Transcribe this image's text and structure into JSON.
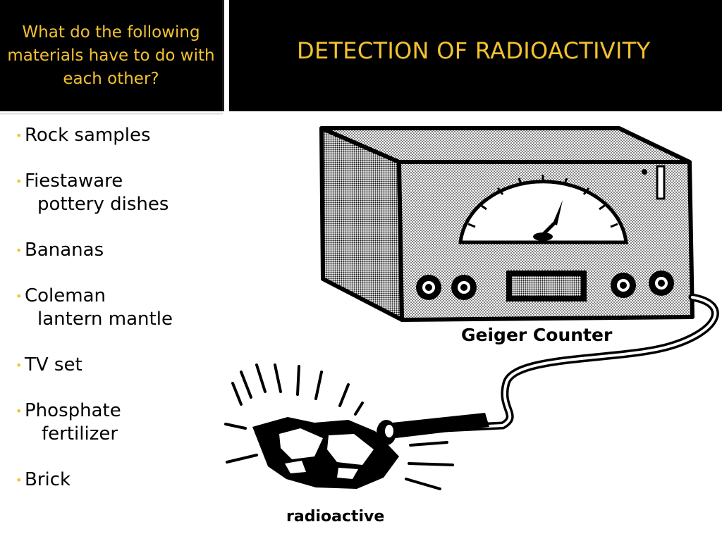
{
  "header": {
    "question": "What do the following materials have to do with each other?",
    "title": "DETECTION OF RADIOACTIVITY"
  },
  "list": [
    {
      "line1": "Rock samples",
      "line2": ""
    },
    {
      "line1": "Fiestaware",
      "line2": "pottery dishes"
    },
    {
      "line1": "Bananas",
      "line2": ""
    },
    {
      "line1": "Coleman",
      "line2": "lantern mantle"
    },
    {
      "line1": "TV set",
      "line2": ""
    },
    {
      "line1": "Phosphate",
      "line2": "fertilizer"
    },
    {
      "line1": "Brick",
      "line2": ""
    }
  ],
  "illustration": {
    "device_label": "Geiger Counter",
    "sample_label": "radioactive"
  },
  "colors": {
    "accent": "#f2c230",
    "background": "#000000"
  },
  "bullet_char": "•"
}
